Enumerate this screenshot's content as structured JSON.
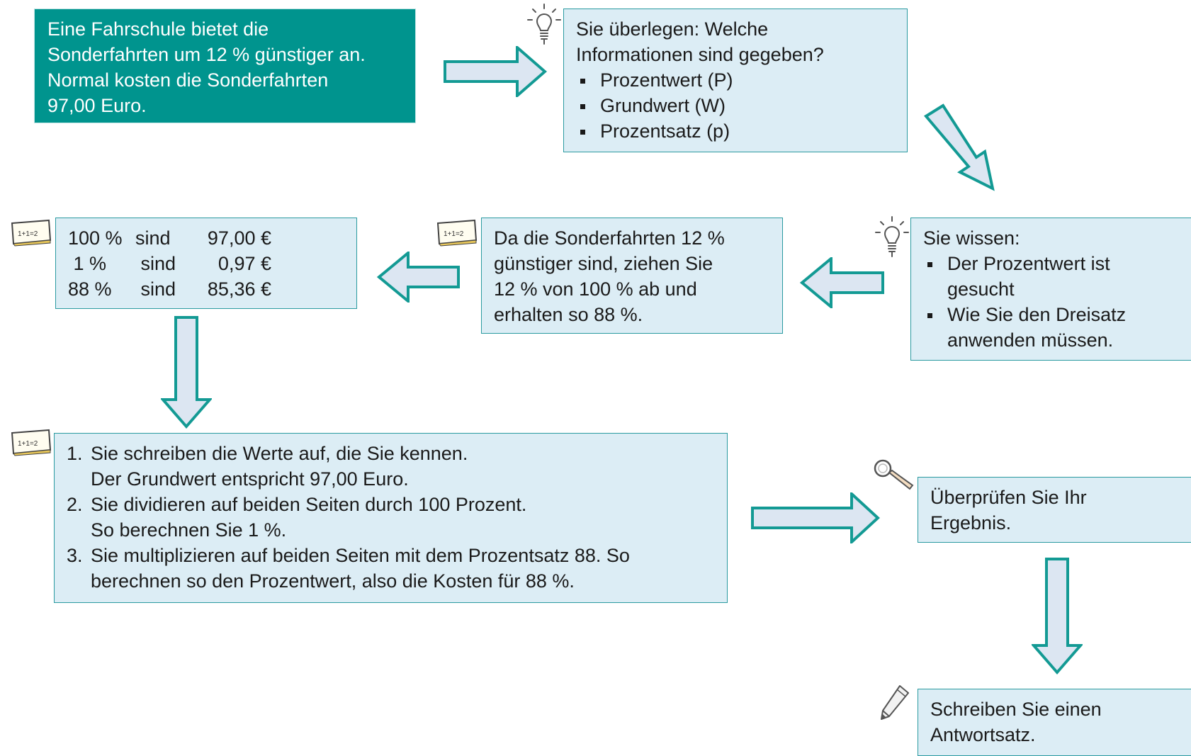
{
  "task_box": {
    "lines": [
      "Eine Fahrschule bietet die",
      "Sonderfahrten um 12 % günstiger an.",
      "Normal kosten die Sonderfahrten",
      "97,00 Euro."
    ]
  },
  "consider_box": {
    "lines": [
      "Sie überlegen: Welche",
      "Informationen sind gegeben?"
    ],
    "bullets": [
      "Prozentwert (P)",
      "Grundwert (W)",
      "Prozentsatz (p)"
    ]
  },
  "know_box": {
    "title": "Sie wissen:",
    "bullets": [
      {
        "line1": "Der Prozentwert ist",
        "line2": "gesucht"
      },
      {
        "line1": "Wie Sie den Dreisatz",
        "line2": "anwenden müssen."
      }
    ]
  },
  "reason_box": {
    "lines": [
      "Da die Sonderfahrten 12 %",
      "günstiger sind, ziehen Sie",
      "12 % von 100 % ab und",
      "erhalten so 88 %."
    ]
  },
  "calc_box": {
    "rows": [
      {
        "percent": "100 %",
        "word": "sind",
        "value": "97,00 €"
      },
      {
        "percent": " 1 %",
        "word": " sind",
        "value": "0,97 €"
      },
      {
        "percent": "88 %",
        "word": " sind",
        "value": "85,36 €"
      }
    ]
  },
  "steps_box": {
    "steps": [
      {
        "num": "1.",
        "line1": "Sie  schreiben die Werte auf, die Sie kennen.",
        "line2": "Der Grundwert entspricht 97,00 Euro."
      },
      {
        "num": "2.",
        "line1": "Sie dividieren auf beiden Seiten durch 100 Prozent.",
        "line2": "So berechnen Sie  1 %."
      },
      {
        "num": "3.",
        "line1": "Sie multiplizieren auf beiden Seiten mit  dem Prozentsatz 88. So",
        "line2": "berechnen so den Prozentwert, also  die Kosten für 88 %."
      }
    ]
  },
  "check_box": {
    "lines": [
      "Überprüfen Sie Ihr",
      "Ergebnis."
    ]
  },
  "answer_box": {
    "lines": [
      "Schreiben Sie einen",
      "Antwortsatz."
    ]
  },
  "icons": {
    "lightbulb": "lightbulb-icon",
    "calculator_note": "math-note-icon",
    "magnifier": "magnifier-icon",
    "pencil": "pencil-icon",
    "calc_note_text": "1+1=2"
  },
  "colors": {
    "teal": "#00948e",
    "box_fill": "#dcedf5",
    "arrow_fill": "#dce6f2"
  }
}
